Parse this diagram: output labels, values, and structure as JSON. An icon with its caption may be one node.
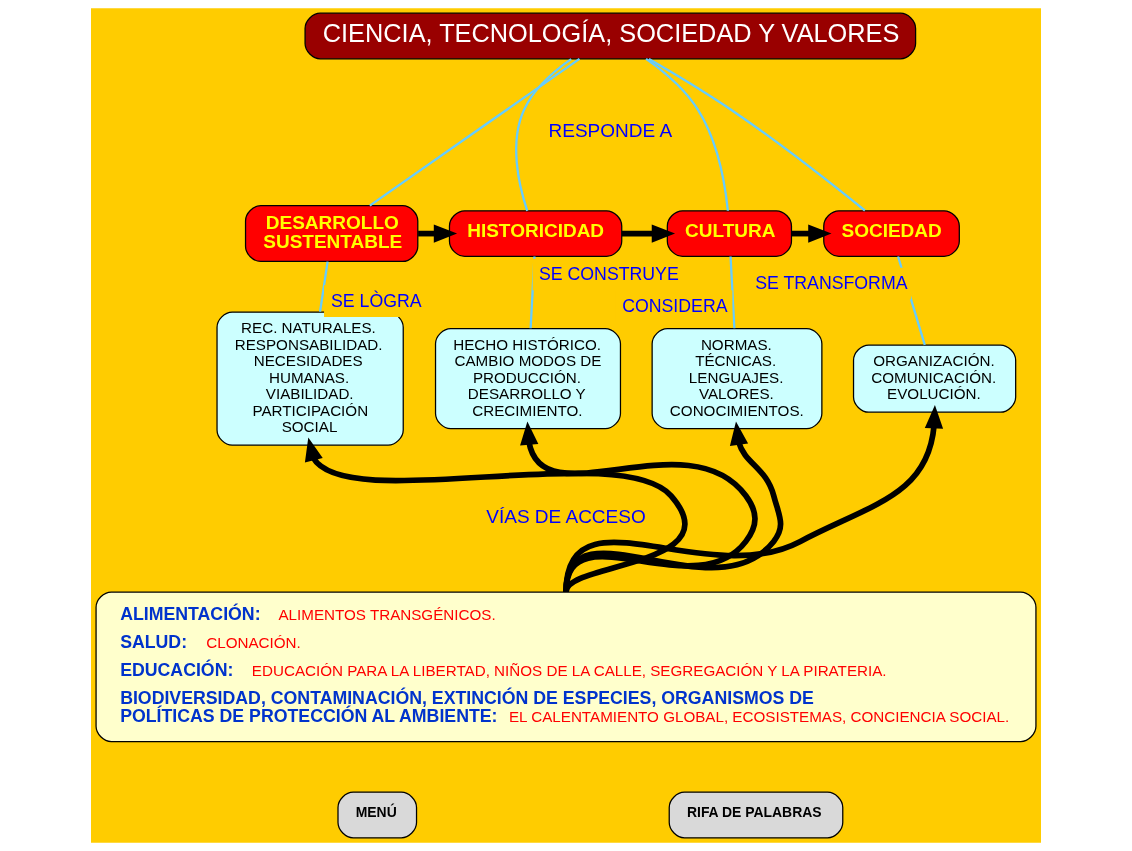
{
  "diagram": {
    "nodes": [
      {
        "text": [
          "CIENCIA, TECNOLOGÍA, SOCIEDAD Y VALORES"
        ]
      },
      {
        "text": [
          "DESARROLLO SUSTENTABLE"
        ]
      },
      {
        "text": [
          "HISTORICIDAD"
        ]
      },
      {
        "text": [
          "CULTURA"
        ]
      },
      {
        "text": [
          "SOCIEDAD"
        ]
      },
      {
        "text": [
          "REC. NATURALES. RESPONSABILIDAD. NECESIDADES HUMANAS. VIABILIDAD. PARTICIPACIÓN SOCIAL"
        ]
      },
      {
        "text": [
          "HECHO HISTÓRICO. CAMBIO MODOS DE PRODUCCIÓN. DESARROLLO Y CRECIMIENTO."
        ]
      },
      {
        "text": [
          "NORMAS. TÉCNICAS. LENGUAJES. VALORES. CONOCIMIENTOS."
        ]
      },
      {
        "text": [
          "ORGANIZACIÓN. COMUNICACIÓN. EVOLUCIÓN."
        ]
      },
      {
        "text": [
          "ALIMENTACIÓN:",
          "ALIMENTOS TRANSGÉNICOS.",
          "SALUD:",
          "CLONACIÓN.",
          "EDUCACIÓN:",
          "EDUCACIÓN PARA LA LIBERTAD, NIÑOS DE LA CALLE, SEGREGACIÓN Y LA PIRATERIA.",
          "BIODIVERSIDAD, CONTAMINACIÓN, EXTINCIÓN DE ESPECIES, ORGANISMOS DE POLÍTICAS DE PROTECCIÓN AL AMBIENTE:",
          "EL CALENTAMIENTO GLOBAL, ECOSISTEMAS, CONCIENCIA SOCIAL."
        ]
      },
      {
        "text": [
          "MENÚ"
        ]
      },
      {
        "text": [
          "RIFA DE PALABRAS"
        ]
      }
    ],
    "edges": [
      {
        "from": 0,
        "to": 1,
        "arrow": "none",
        "color": "#66ccff"
      },
      {
        "from": 0,
        "to": 2,
        "arrow": "none",
        "color": "#66ccff"
      },
      {
        "from": 0,
        "to": 3,
        "arrow": "none",
        "color": "#66ccff"
      },
      {
        "from": 0,
        "to": 4,
        "arrow": "none",
        "color": "#66ccff"
      },
      {
        "from": 1,
        "to": 2,
        "arrow": "to",
        "style": "thick",
        "color": "#000000"
      },
      {
        "from": 2,
        "to": 3,
        "arrow": "to",
        "style": "thick",
        "color": "#000000"
      },
      {
        "from": 3,
        "to": 4,
        "arrow": "to",
        "style": "thick",
        "color": "#000000"
      },
      {
        "from": 1,
        "to": 5,
        "arrow": "none",
        "label": "SE LÒGRA",
        "color": "#66ccff"
      },
      {
        "from": 2,
        "to": 6,
        "arrow": "none",
        "label": "SE CONSTRUYE",
        "color": "#66ccff"
      },
      {
        "from": 3,
        "to": 7,
        "arrow": "none",
        "label": "CONSIDERA",
        "color": "#66ccff"
      },
      {
        "from": 4,
        "to": 8,
        "arrow": "none",
        "label": "SE TRANSFORMA",
        "color": "#66ccff"
      },
      {
        "from": 9,
        "to": 5,
        "arrow": "to",
        "style": "thick",
        "color": "#000000"
      },
      {
        "from": 9,
        "to": 6,
        "arrow": "to",
        "style": "thick",
        "color": "#000000"
      },
      {
        "from": 9,
        "to": 7,
        "arrow": "to",
        "style": "thick",
        "color": "#000000"
      },
      {
        "from": 9,
        "to": 8,
        "arrow": "to",
        "style": "thick",
        "color": "#000000"
      }
    ],
    "labels": [
      "RESPONDE A",
      "VÍAS DE ACCESO"
    ]
  }
}
